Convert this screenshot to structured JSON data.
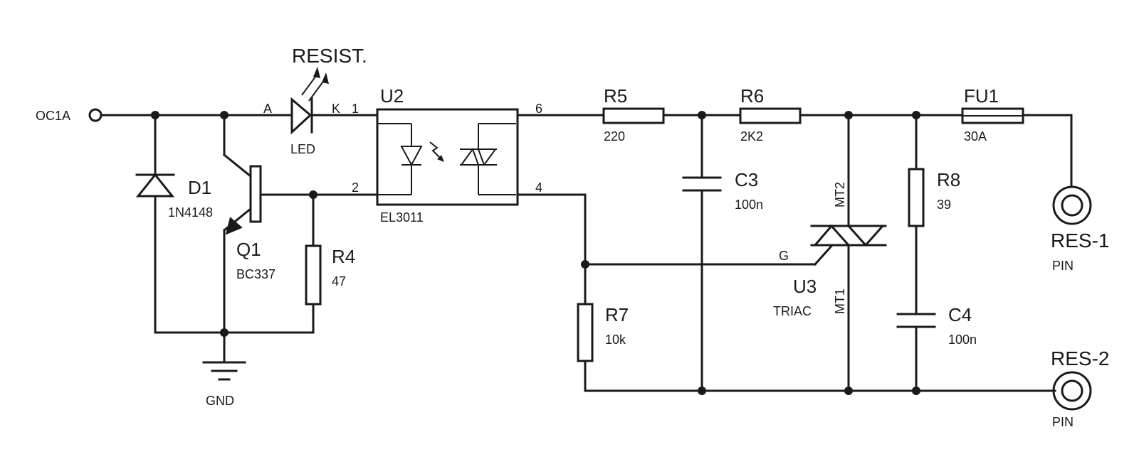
{
  "inputs": {
    "oc1a": "OC1A",
    "gnd": "GND",
    "resist": "RESIST."
  },
  "outputs": {
    "res1": {
      "ref": "RES-1",
      "type": "PIN"
    },
    "res2": {
      "ref": "RES-2",
      "type": "PIN"
    }
  },
  "components": {
    "d1": {
      "ref": "D1",
      "value": "1N4148"
    },
    "q1": {
      "ref": "Q1",
      "value": "BC337"
    },
    "r4": {
      "ref": "R4",
      "value": "47"
    },
    "led": {
      "value": "LED",
      "pin_a": "A",
      "pin_k": "K"
    },
    "u2": {
      "ref": "U2",
      "value": "EL3011",
      "pins": [
        "1",
        "2",
        "6",
        "4"
      ]
    },
    "r5": {
      "ref": "R5",
      "value": "220"
    },
    "r6": {
      "ref": "R6",
      "value": "2K2"
    },
    "c3": {
      "ref": "C3",
      "value": "100n"
    },
    "r7": {
      "ref": "R7",
      "value": "10k"
    },
    "u3": {
      "ref": "U3",
      "value": "TRIAC",
      "mt2": "MT2",
      "mt1": "MT1",
      "gate": "G"
    },
    "r8": {
      "ref": "R8",
      "value": "39"
    },
    "c4": {
      "ref": "C4",
      "value": "100n"
    },
    "fu1": {
      "ref": "FU1",
      "value": "30A"
    }
  }
}
